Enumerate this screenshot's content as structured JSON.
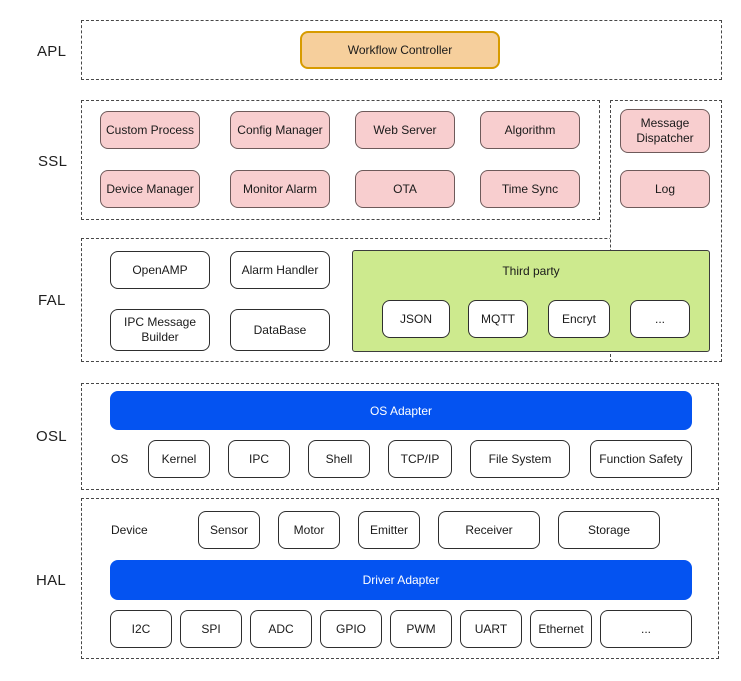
{
  "layers": {
    "apl": {
      "label": "APL",
      "workflow_controller": "Workflow Controller"
    },
    "ssl": {
      "label": "SSL",
      "row1": [
        "Custom Process",
        "Config Manager",
        "Web Server",
        "Algorithm"
      ],
      "row2": [
        "Device Manager",
        "Monitor Alarm",
        "OTA",
        "Time Sync"
      ],
      "side": [
        "Message Dispatcher",
        "Log"
      ]
    },
    "fal": {
      "label": "FAL",
      "boxes": [
        "OpenAMP",
        "Alarm Handler",
        "IPC Message Builder",
        "DataBase"
      ],
      "third_party": {
        "title": "Third party",
        "items": [
          "JSON",
          "MQTT",
          "Encryt",
          "..."
        ]
      }
    },
    "osl": {
      "label": "OSL",
      "adapter": "OS Adapter",
      "group_label": "OS",
      "items": [
        "Kernel",
        "IPC",
        "Shell",
        "TCP/IP",
        "File System",
        "Function Safety"
      ]
    },
    "hal": {
      "label": "HAL",
      "device_label": "Device",
      "devices": [
        "Sensor",
        "Motor",
        "Emitter",
        "Receiver",
        "Storage"
      ],
      "adapter": "Driver Adapter",
      "buses": [
        "I2C",
        "SPI",
        "ADC",
        "GPIO",
        "PWM",
        "UART",
        "Ethernet",
        "..."
      ]
    }
  },
  "colors": {
    "orange_fill": "#f6cf9c",
    "orange_border": "#d79b00",
    "pink_fill": "#f8cecf",
    "pink_border": "#6e5a5a",
    "green_fill": "#cdea8e",
    "green_border": "#3c3c3c",
    "blue_fill": "#0453f1",
    "node_border": "#2e2e2e",
    "dash_border": "#474747"
  }
}
